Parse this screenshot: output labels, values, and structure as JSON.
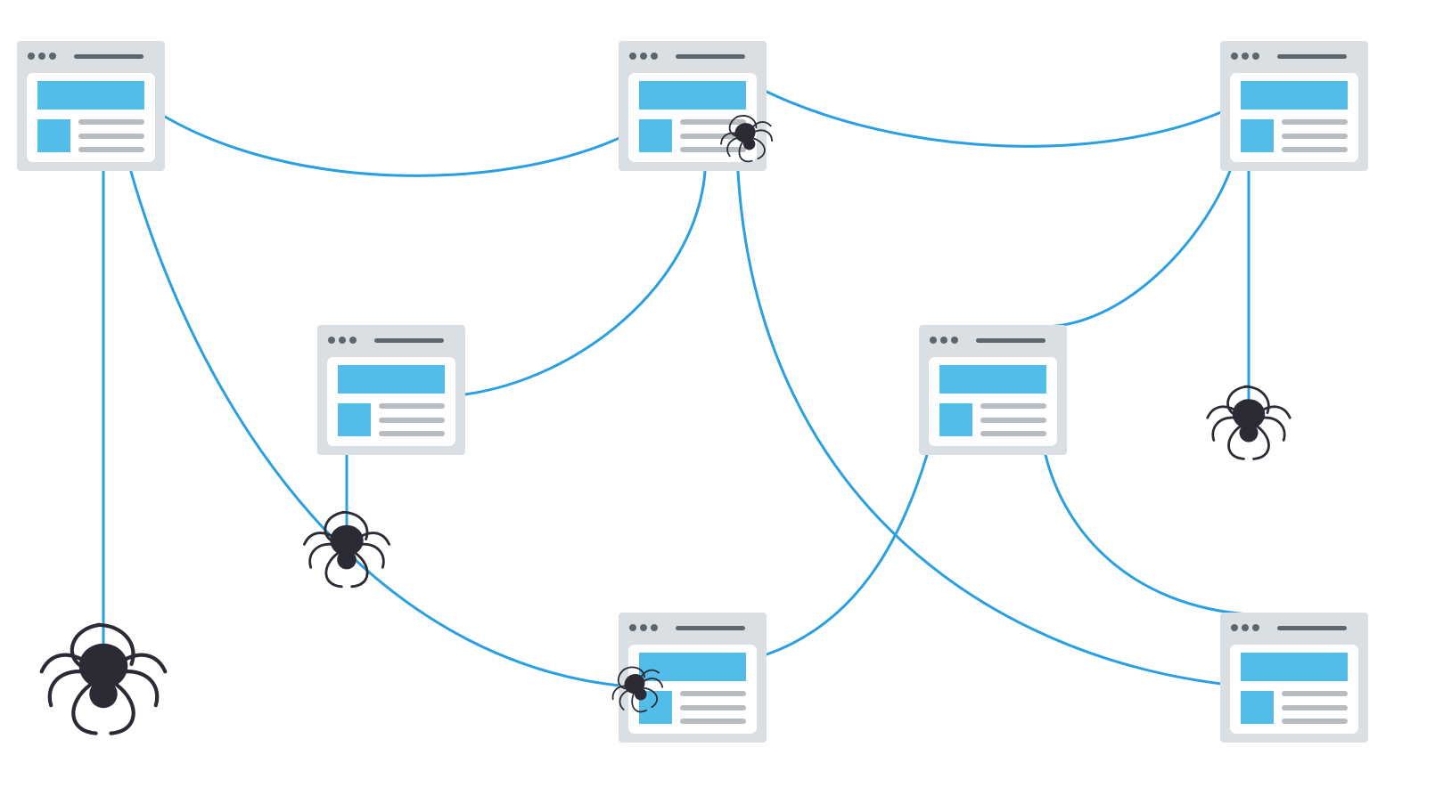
{
  "diagram": {
    "description_alt": "",
    "colors": {
      "background": "#ffffff",
      "link": "#2a9fe1",
      "window_frame": "#d9dfe3",
      "window_inner": "#ffffff",
      "header_dots": "#5f666b",
      "header_bar": "#5f666b",
      "content_blue": "#53bdea",
      "text_lines": "#b7bcc0",
      "spider": "#2a2b35"
    },
    "icons": {
      "page": "browser-window-icon",
      "crawler": "spider-icon"
    },
    "pages": [
      {
        "id": "page-1"
      },
      {
        "id": "page-2"
      },
      {
        "id": "page-3"
      },
      {
        "id": "page-4"
      },
      {
        "id": "page-5"
      },
      {
        "id": "page-6"
      },
      {
        "id": "page-7"
      }
    ],
    "links": [
      {
        "from": "page-1",
        "to": "page-2"
      },
      {
        "from": "page-1",
        "to": "page-6"
      },
      {
        "from": "page-2",
        "to": "page-3"
      },
      {
        "from": "page-2",
        "to": "page-4"
      },
      {
        "from": "page-2",
        "to": "page-7"
      },
      {
        "from": "page-3",
        "to": "page-5"
      },
      {
        "from": "page-5",
        "to": "page-6"
      },
      {
        "from": "page-5",
        "to": "page-7"
      }
    ],
    "spiders": [
      {
        "id": "spider-1"
      },
      {
        "id": "spider-2"
      },
      {
        "id": "spider-3"
      },
      {
        "id": "spider-4"
      },
      {
        "id": "spider-5"
      }
    ]
  }
}
